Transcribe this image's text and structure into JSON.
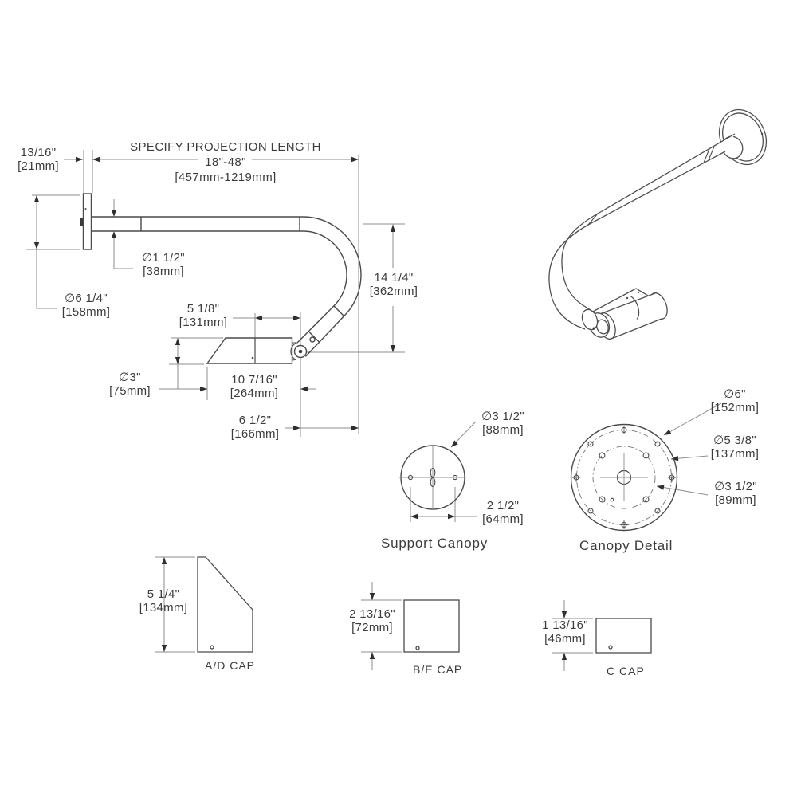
{
  "main_view": {
    "wall_plate_thickness": {
      "inches": "13/16\"",
      "mm": "[21mm]"
    },
    "projection": {
      "instruction": "SPECIFY PROJECTION LENGTH",
      "range_inches": "18\"-48\"",
      "range_mm": "[457mm-1219mm]"
    },
    "arm_diameter": {
      "inches": "∅1 1/2\"",
      "mm": "[38mm]"
    },
    "wall_plate_diameter": {
      "inches": "∅6 1/4\"",
      "mm": "[158mm]"
    },
    "shade_front_length": {
      "inches": "5 1/8\"",
      "mm": "[131mm]"
    },
    "vertical_drop": {
      "inches": "14 1/4\"",
      "mm": "[362mm]"
    },
    "shade_diameter": {
      "inches": "∅3\"",
      "mm": "[75mm]"
    },
    "shade_overall_length": {
      "inches": "10 7/16\"",
      "mm": "[264mm]"
    },
    "return_offset": {
      "inches": "6 1/2\"",
      "mm": "[166mm]"
    }
  },
  "support_canopy": {
    "label": "Support Canopy",
    "diameter": {
      "inches": "∅3 1/2\"",
      "mm": "[88mm]"
    },
    "hole_spacing": {
      "inches": "2 1/2\"",
      "mm": "[64mm]"
    }
  },
  "canopy_detail": {
    "label": "Canopy Detail",
    "outer_diameter": {
      "inches": "∅6\"",
      "mm": "[152mm]"
    },
    "bolt_circle_diameter": {
      "inches": "∅5 3/8\"",
      "mm": "[137mm]"
    },
    "inner_circle_diameter": {
      "inches": "∅3 1/2\"",
      "mm": "[89mm]"
    }
  },
  "caps": [
    {
      "label": "A/D CAP",
      "height_inches": "5 1/4\"",
      "height_mm": "[134mm]"
    },
    {
      "label": "B/E CAP",
      "height_inches": "2 13/16\"",
      "height_mm": "[72mm]"
    },
    {
      "label": "C CAP",
      "height_inches": "1 13/16\"",
      "height_mm": "[46mm]"
    }
  ],
  "colors": {
    "line": "#4a4a4a",
    "dim_line": "#8c8c8c",
    "arrow": "#2f2f2f",
    "text": "#3c3c3c"
  }
}
